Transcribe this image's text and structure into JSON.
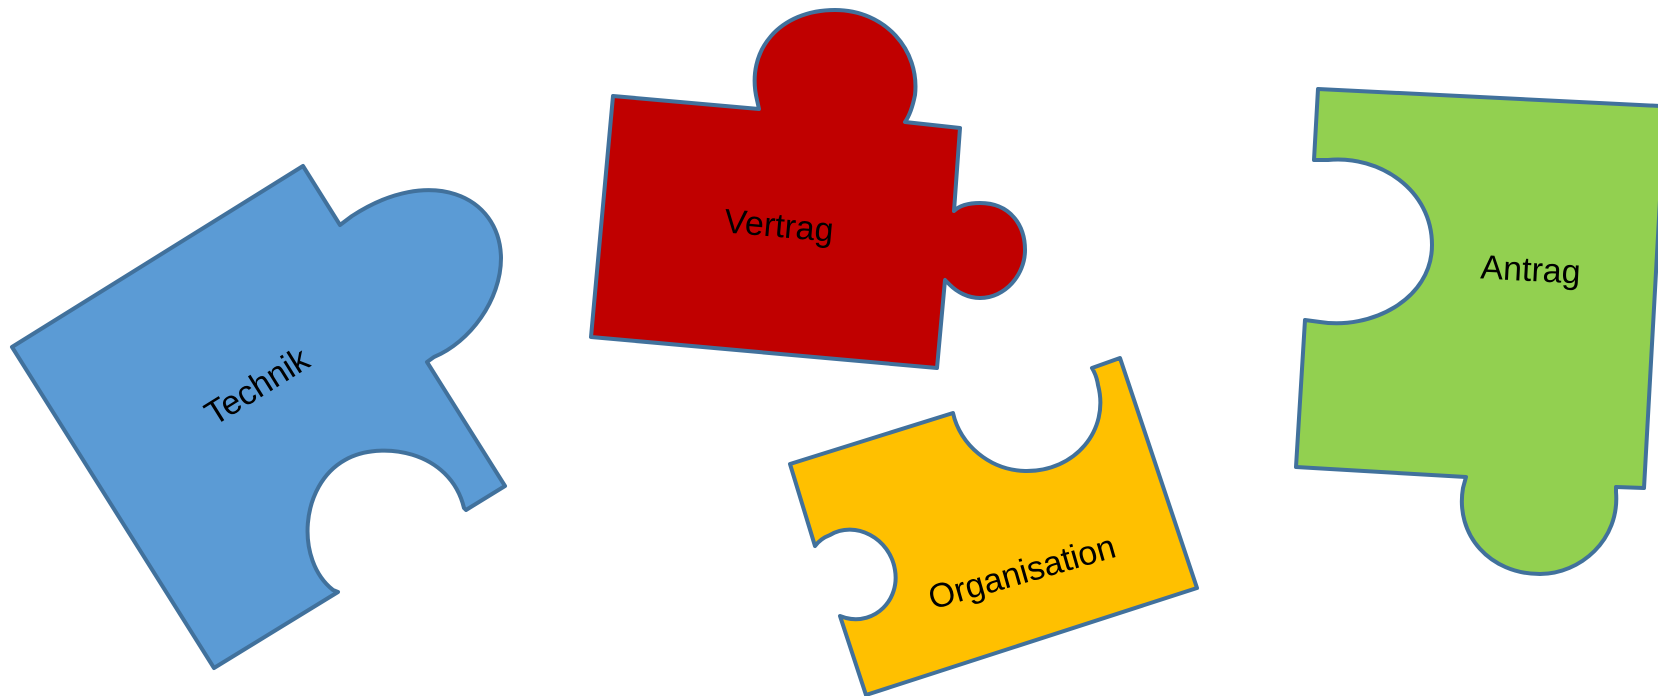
{
  "colors": {
    "outline": "#41719c",
    "technik": "#5b9bd5",
    "vertrag": "#c00000",
    "organisation": "#ffc000",
    "antrag": "#92d050"
  },
  "pieces": {
    "technik": {
      "label": "Technik"
    },
    "vertrag": {
      "label": "Vertrag"
    },
    "organisation": {
      "label": "Organisation"
    },
    "antrag": {
      "label": "Antrag"
    }
  }
}
